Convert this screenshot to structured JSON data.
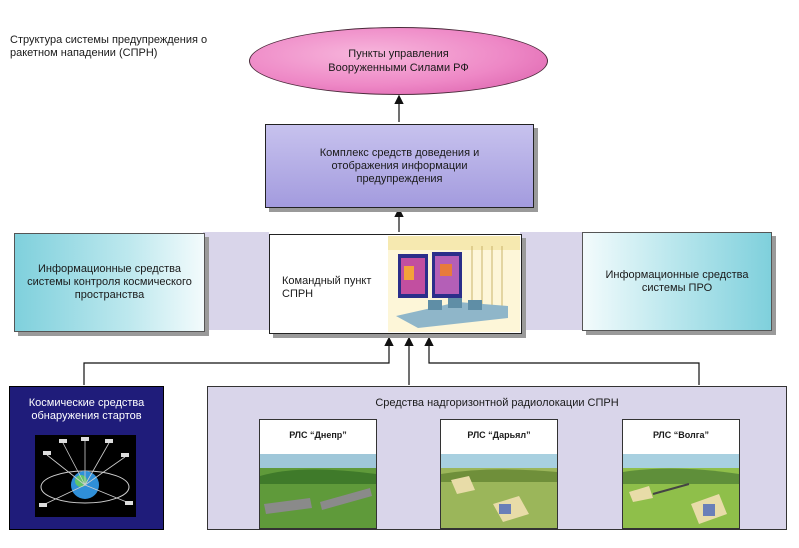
{
  "title": "Структура системы предупреждения о ракетном нападении (СПРН)",
  "top_node": "Пункты управления Вооруженными Силами РФ",
  "complex": "Комплекс средств доведения и отображения информации предупреждения",
  "command_post": "Командный пункт СПРН",
  "left_info": "Информационные средства системы контроля космического пространства",
  "right_info": "Информационные средства системы ПРО",
  "space_assets": "Космические средства обнаружения стартов",
  "radar_group": "Средства надгоризонтной радиолокации СПРН",
  "radars": [
    {
      "label": "РЛС “Днепр”"
    },
    {
      "label": "РЛС “Дарьял”"
    },
    {
      "label": "РЛС “Волга”"
    }
  ]
}
